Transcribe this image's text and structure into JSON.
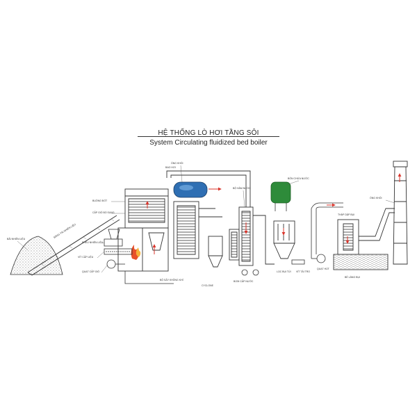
{
  "title": {
    "vi": "HỆ THỐNG LÒ HƠI TẦNG SÔI",
    "en": "System Circulating fluidized bed boiler"
  },
  "colors": {
    "line": "#333333",
    "steam_drum": "#2f6fb3",
    "water_tank": "#2e8b3a",
    "fire": "#e8502a",
    "arrow": "#d9342b",
    "coal_pile": "#cfcfcf"
  },
  "labels": {
    "coal_yard": "BÃI NHIÊN LIỆU",
    "conveyor": "BĂNG TẢI NHIÊN LIỆU",
    "fuel_hopper": "PHỄU NHIÊN LIỆU",
    "feeder": "VÍT CẤP LIỆU",
    "air_supply": "QUẠT CẤP GIÓ",
    "combustion_chamber": "BUỒNG ĐỐT",
    "secondary_air": "CẤP GIÓ BỔ SUNG",
    "steam_drum": "BAO HƠI",
    "chimney_top": "ỐNG KHÓI",
    "cyclone": "CYCLONE",
    "economizer": "BỘ HÂM NƯỚC",
    "water_tank": "BỒN CHỨA NƯỚC",
    "bag_filter": "LỌC BỤI TÚI",
    "induced_fan": "QUẠT HÚT",
    "ash_screw": "VÍT TẢI TRO",
    "settling_pool": "BỂ LẮNG BỤI",
    "chimney": "ỐNG KHÓI",
    "wet_scrubber": "THÁP DẬP BỤI",
    "feed_pump": "BƠM CẤP NƯỚC",
    "air_preheater": "BỘ SẤY KHÔNG KHÍ"
  }
}
